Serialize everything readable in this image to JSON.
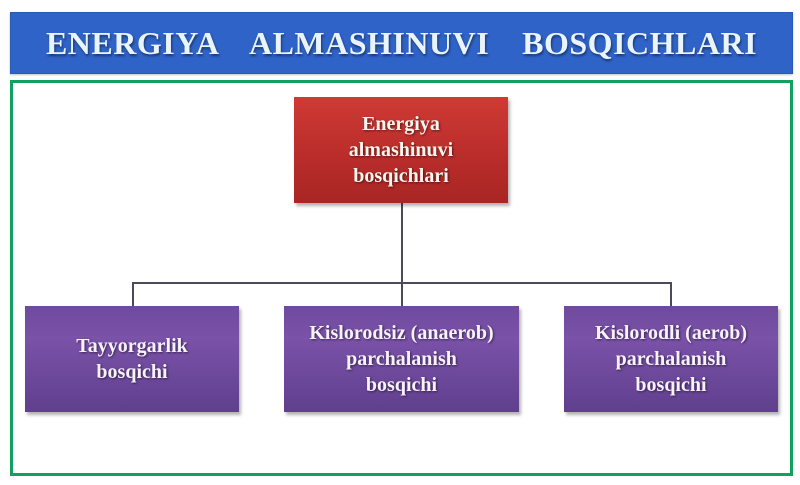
{
  "header": {
    "title": "ENERGIYA  ALMASHINUVI  BOSQICHLARI"
  },
  "diagram": {
    "root": {
      "label": "Energiya\nalmashinuvi\nbosqichlari",
      "color": "#c0302c"
    },
    "children": [
      {
        "label": "Tayyorgarlik\nbosqichi",
        "color": "#6a4898"
      },
      {
        "label": "Kislorodsiz (anaerob)\nparchalanish\nbosqichi",
        "color": "#6a4898"
      },
      {
        "label": "Kislorodli (aerob)\nparchalanish\nbosqichi",
        "color": "#6a4898"
      }
    ],
    "colors": {
      "header_bg": "#2f63c8",
      "frame_border": "#10a060",
      "connector": "#4a4a5a"
    }
  }
}
